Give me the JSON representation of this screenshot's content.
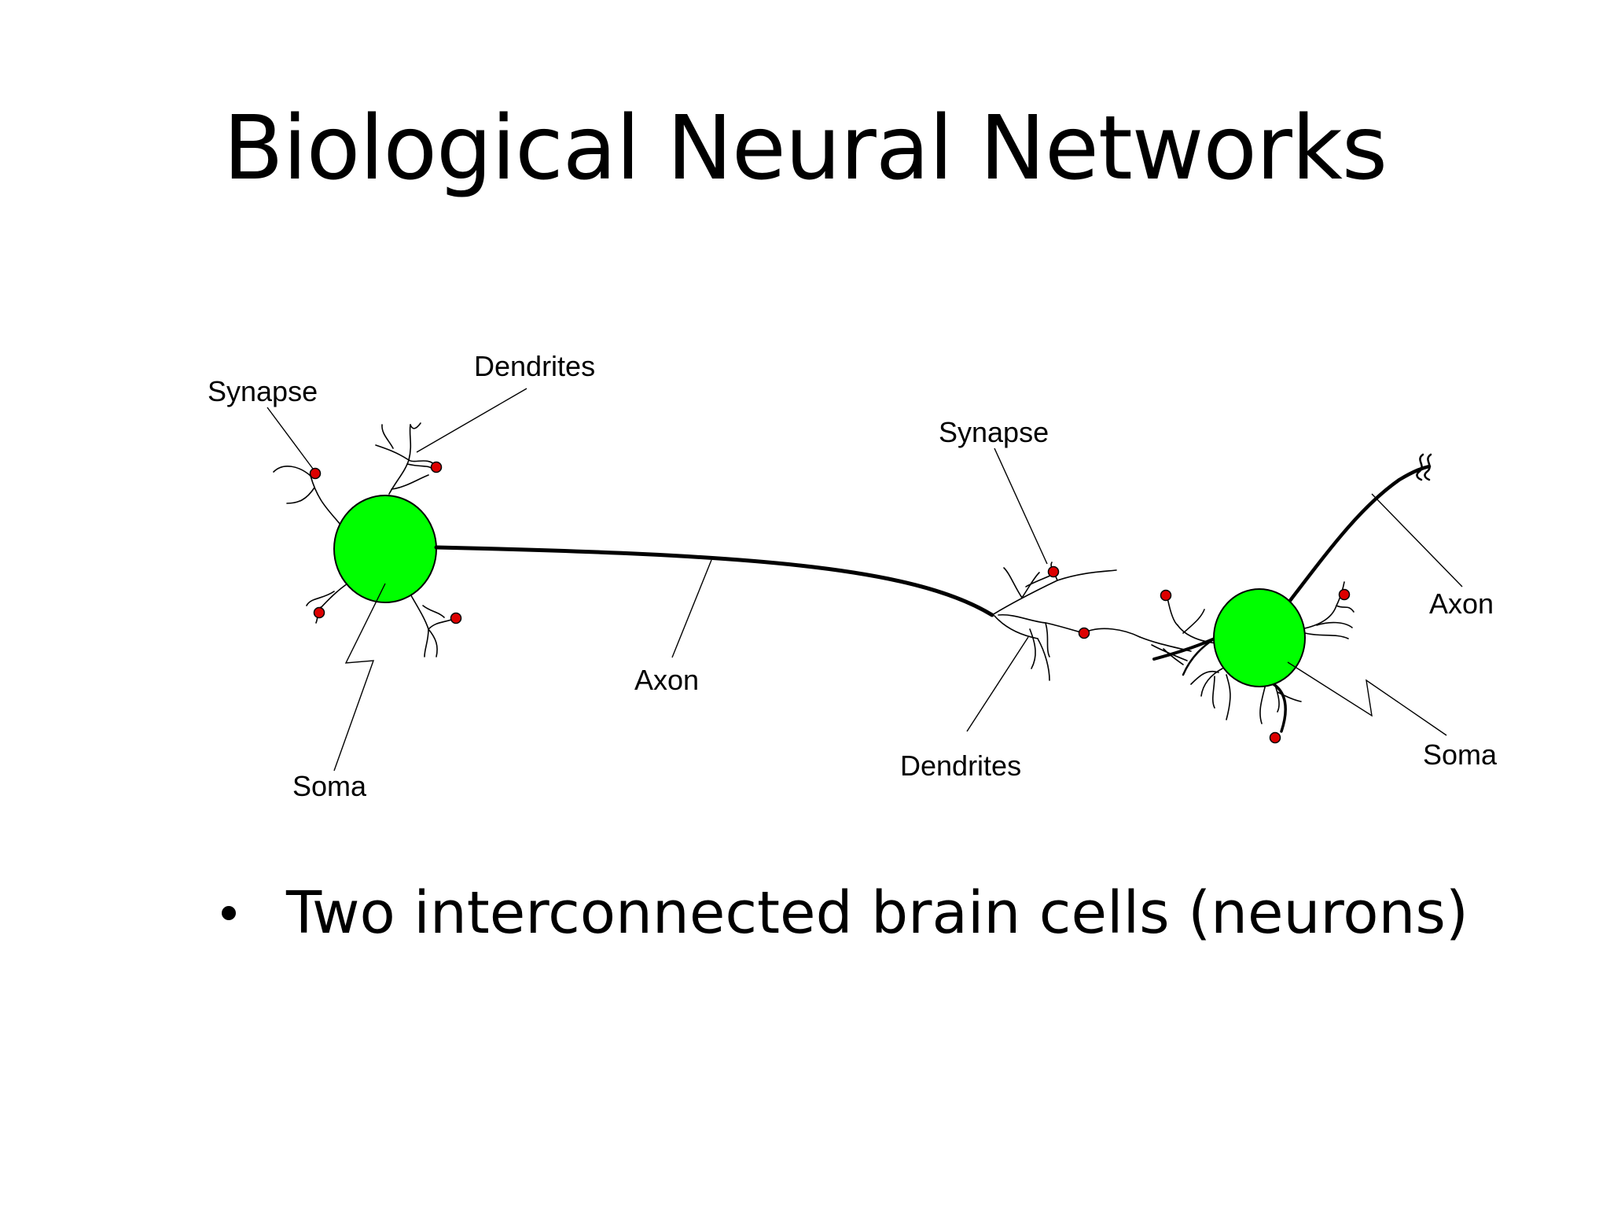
{
  "slide": {
    "title": "Biological Neural Networks",
    "bullet": "Two interconnected brain cells (neurons)"
  },
  "diagram": {
    "labels": {
      "synapse_left": "Synapse",
      "dendrites_left": "Dendrites",
      "soma_left": "Soma",
      "axon_middle": "Axon",
      "synapse_right": "Synapse",
      "dendrites_right": "Dendrites",
      "axon_right": "Axon",
      "soma_right": "Soma"
    },
    "colors": {
      "soma_fill": "#00ff00",
      "synapse_fill": "#dd0000",
      "line": "#000000"
    }
  }
}
